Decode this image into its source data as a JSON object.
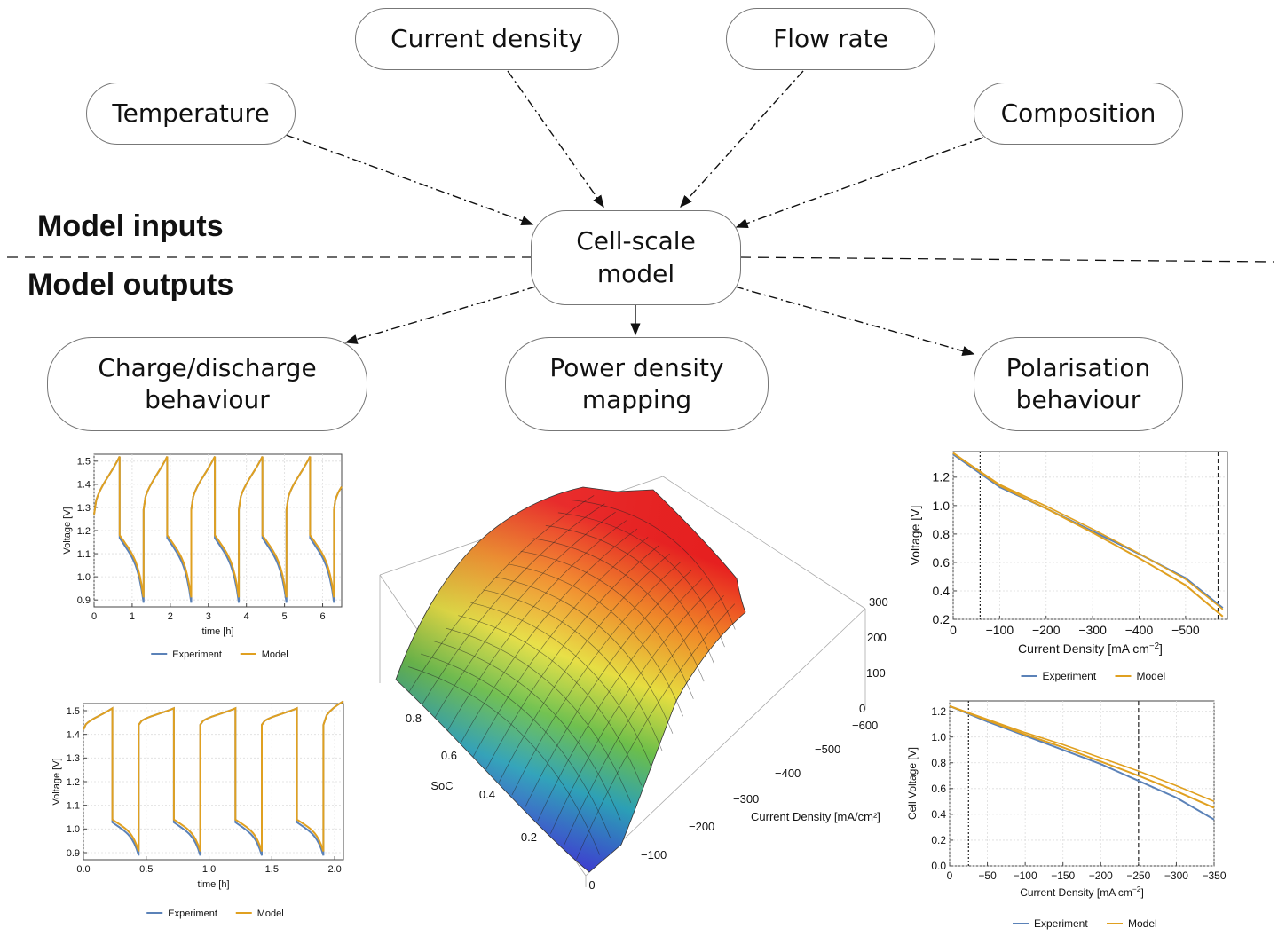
{
  "inputs": {
    "temperature": "Temperature",
    "current_density": "Current density",
    "flow_rate": "Flow rate",
    "composition": "Composition"
  },
  "center": {
    "line1": "Cell-scale",
    "line2": "model"
  },
  "sections": {
    "inputs_label": "Model inputs",
    "outputs_label": "Model outputs"
  },
  "outputs": {
    "charge": {
      "line1": "Charge/discharge",
      "line2": "behaviour"
    },
    "power": {
      "line1": "Power density",
      "line2": "mapping"
    },
    "polarisation": {
      "line1": "Polarisation",
      "line2": "behaviour"
    }
  },
  "colors": {
    "experiment": "#5b82b8",
    "model": "#e0a020",
    "arrow": "#111111"
  },
  "chart_data": [
    {
      "id": "charge-top",
      "type": "line",
      "xlabel": "time [h]",
      "ylabel": "Voltage [V]",
      "xlim": [
        0,
        6.5
      ],
      "ylim": [
        0.87,
        1.53
      ],
      "xticks": [
        "0",
        "1",
        "2",
        "3",
        "4",
        "5",
        "6"
      ],
      "yticks": [
        "0.9",
        "1.0",
        "1.1",
        "1.2",
        "1.3",
        "1.4",
        "1.5"
      ],
      "cycle": {
        "t0": 0,
        "charge_end": [
          0.67,
          1.92,
          3.17,
          4.42,
          5.67
        ],
        "discharge_end": [
          1.3,
          2.55,
          3.8,
          5.05,
          6.3
        ],
        "v_charge_start": 1.27,
        "v_charge_end": 1.52,
        "v_discharge_start": 1.18,
        "v_discharge_end": 0.9
      },
      "legend": [
        "Experiment",
        "Model"
      ]
    },
    {
      "id": "charge-bottom",
      "type": "line",
      "xlabel": "time [h]",
      "ylabel": "Voltage [V]",
      "xlim": [
        0,
        2.07
      ],
      "ylim": [
        0.87,
        1.53
      ],
      "xticks": [
        "0.0",
        "0.5",
        "1.0",
        "1.5",
        "2.0"
      ],
      "yticks": [
        "0.9",
        "1.0",
        "1.1",
        "1.2",
        "1.3",
        "1.4",
        "1.5"
      ],
      "cycle": {
        "t0": 0,
        "charge_end": [
          0.23,
          0.72,
          1.21,
          1.7
        ],
        "discharge_end": [
          0.44,
          0.93,
          1.42,
          1.91
        ],
        "v_charge_start": 1.42,
        "v_charge_end": 1.51,
        "v_discharge_start": 1.04,
        "v_discharge_end": 0.9
      },
      "legend": [
        "Experiment",
        "Model"
      ]
    },
    {
      "id": "power-surface",
      "type": "surface",
      "xlabel": "Current Density [mA/cm²]",
      "ylabel": "SoC",
      "x_ticks": [
        "−100",
        "−200",
        "−300",
        "−400",
        "−500",
        "−600"
      ],
      "y_ticks": [
        "0.2",
        "0.4",
        "0.6",
        "0.8"
      ],
      "z_ticks": [
        "0",
        "100",
        "200",
        "300"
      ],
      "origin_label": "0"
    },
    {
      "id": "polarisation-top",
      "type": "line",
      "xlabel": "Current Density [mA cm",
      "xlabel_sup": "−2",
      "xlabel_end": "]",
      "ylabel": "Voltage [V]",
      "xlim": [
        0,
        -590
      ],
      "ylim": [
        0.2,
        1.38
      ],
      "xticks": [
        "0",
        "−100",
        "−200",
        "−300",
        "−400",
        "−500"
      ],
      "yticks": [
        "0.2",
        "0.4",
        "0.6",
        "0.8",
        "1.0",
        "1.2"
      ],
      "series": [
        {
          "name": "Experiment",
          "x": [
            0,
            -100,
            -200,
            -300,
            -400,
            -500,
            -580
          ],
          "y": [
            1.36,
            1.13,
            0.98,
            0.82,
            0.66,
            0.49,
            0.28
          ]
        },
        {
          "name": "Model",
          "x": [
            0,
            -100,
            -200,
            -300,
            -400,
            -500,
            -580
          ],
          "y": [
            1.37,
            1.14,
            0.98,
            0.81,
            0.63,
            0.44,
            0.22
          ]
        }
      ],
      "vlines": [
        -58,
        -570
      ],
      "legend": [
        "Experiment",
        "Model"
      ]
    },
    {
      "id": "polarisation-bottom",
      "type": "line",
      "xlabel": "Current Density [mA cm",
      "xlabel_sup": "−2",
      "xlabel_end": "]",
      "ylabel": "Cell Voltage [V]",
      "xlim": [
        0,
        -350
      ],
      "ylim": [
        0,
        1.28
      ],
      "xticks": [
        "0",
        "−50",
        "−100",
        "−150",
        "−200",
        "−250",
        "−300",
        "−350"
      ],
      "yticks": [
        "0.0",
        "0.2",
        "0.4",
        "0.6",
        "0.8",
        "1.0",
        "1.2"
      ],
      "series": [
        {
          "name": "Experiment",
          "x": [
            0,
            -50,
            -100,
            -150,
            -200,
            -250,
            -300,
            -350
          ],
          "y": [
            1.24,
            1.12,
            1.01,
            0.9,
            0.79,
            0.66,
            0.53,
            0.36
          ]
        },
        {
          "name": "Model",
          "x": [
            0,
            -50,
            -100,
            -150,
            -200,
            -250,
            -300,
            -350
          ],
          "y": [
            1.24,
            1.13,
            1.02,
            0.92,
            0.81,
            0.7,
            0.58,
            0.45
          ]
        }
      ],
      "vlines": [
        -25,
        -250
      ],
      "legend": [
        "Experiment",
        "Model"
      ]
    }
  ]
}
